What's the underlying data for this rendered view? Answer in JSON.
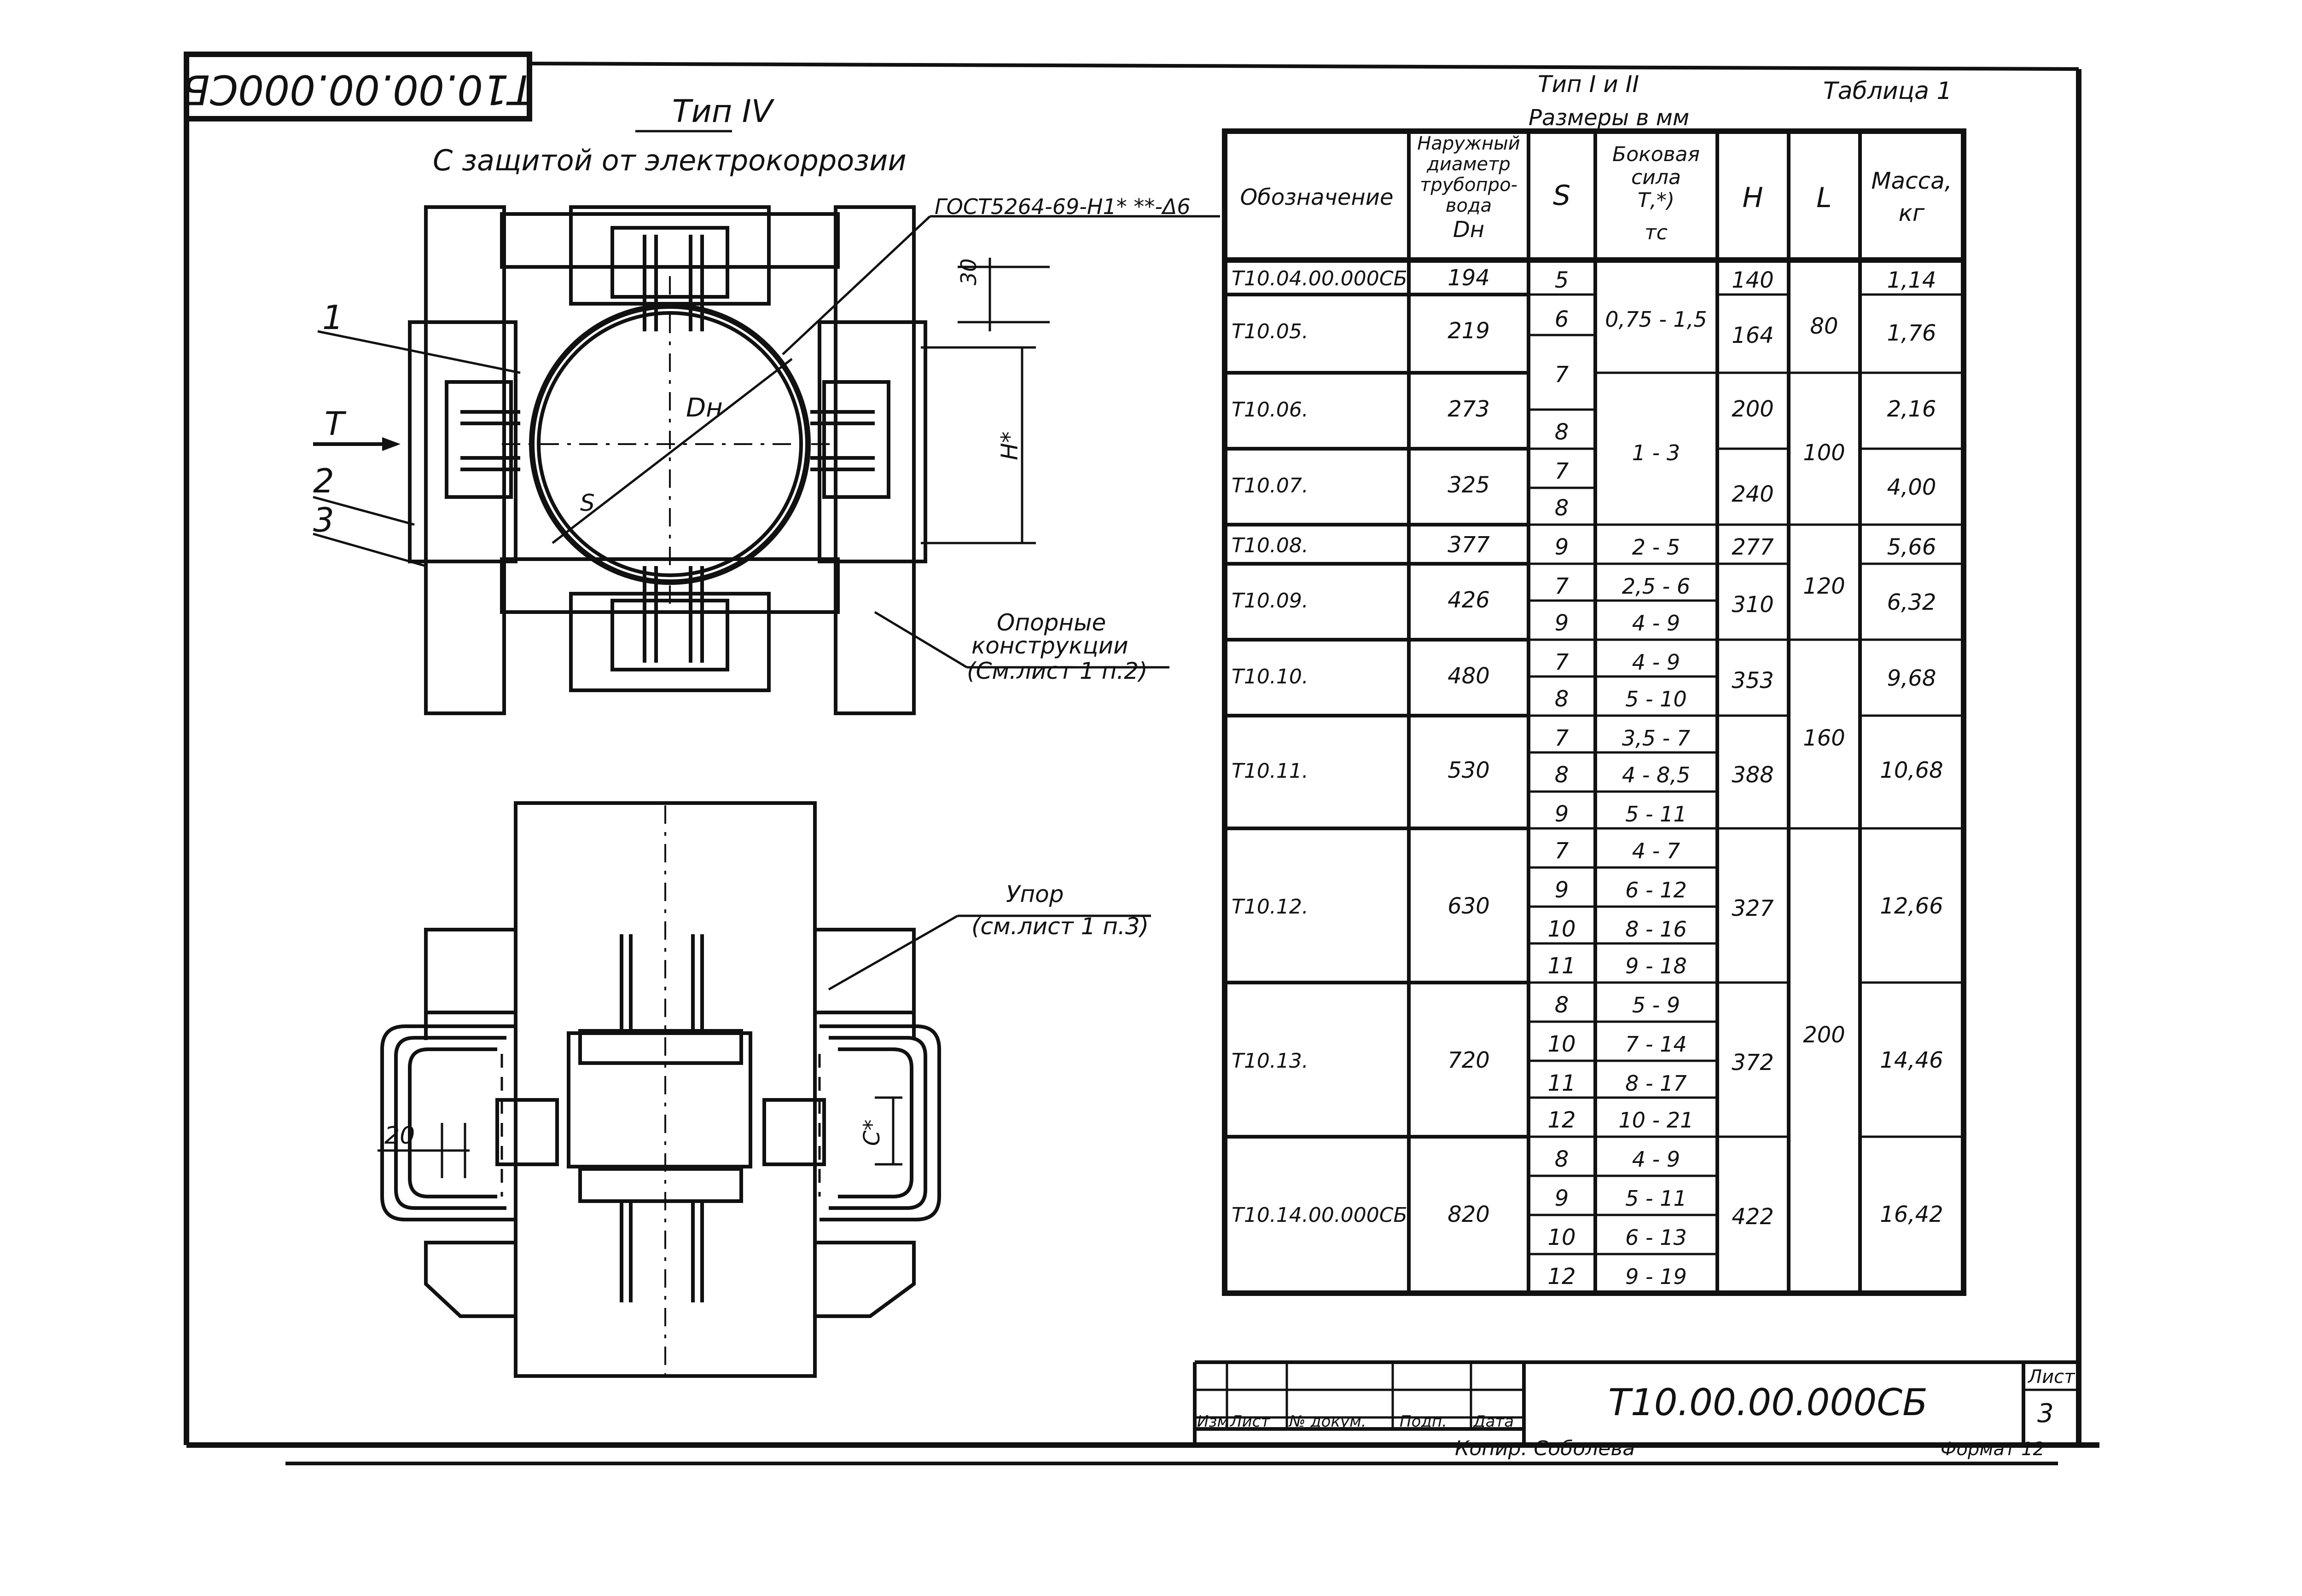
{
  "stamp_rotated": "Т10.00.00.000СБ",
  "drawing": {
    "type_iv_title": "Тип IV",
    "subtitle": "С защитой от электрокоррозии",
    "gost_label": "ГОСТ5264-69-Н1* **-Δ6",
    "dim_30": "30",
    "dim_H": "Н*",
    "dim_Dn": "Dн",
    "dim_S": "S",
    "arrow_T": "Т",
    "callout_1": "1",
    "callout_2": "2",
    "callout_3": "3",
    "support_note_1": "Опорные",
    "support_note_2": "конструкции",
    "support_note_3": "(См.лист 1 п.2)",
    "stop_note_1": "Упор",
    "stop_note_2": "(см.лист 1 п.3)",
    "dim_20": "20",
    "dim_C": "С*"
  },
  "table": {
    "type_label": "Тип I и II",
    "units_label": "Размеры в мм",
    "table_label": "Таблица 1",
    "headers": {
      "designation": "Обозначение",
      "diameter_1": "Наружный",
      "diameter_2": "диаметр",
      "diameter_3": "трубопро-",
      "diameter_4": "вода",
      "diameter_5": "Dн",
      "s": "S",
      "force_1": "Боковая",
      "force_2": "сила",
      "force_3": "Т,*)",
      "force_4": "тс",
      "h": "Н",
      "l": "L",
      "mass_1": "Масса,",
      "mass_2": "кг"
    },
    "designations": [
      "Т10.04.00.000СБ",
      "Т10.05.",
      "Т10.06.",
      "Т10.07.",
      "Т10.08.",
      "Т10.09.",
      "Т10.10.",
      "Т10.11.",
      "Т10.12.",
      "Т10.13.",
      "Т10.14.00.000СБ"
    ],
    "diameters": [
      "194",
      "219",
      "273",
      "325",
      "377",
      "426",
      "480",
      "530",
      "630",
      "720",
      "820"
    ],
    "s_values": [
      "5",
      "6",
      "7",
      "8",
      "7",
      "8",
      "9",
      "7",
      "9",
      "7",
      "8",
      "7",
      "8",
      "9",
      "7",
      "9",
      "10",
      "11",
      "8",
      "10",
      "11",
      "12",
      "8",
      "9",
      "10",
      "12"
    ],
    "forces": [
      "0,75 - 1,5",
      "1 - 3",
      "2 - 5",
      "2,5 - 6",
      "4 - 9",
      "4 - 9",
      "5 - 10",
      "3,5 - 7",
      "4 - 8,5",
      "5 - 11",
      "4 - 7",
      "6 - 12",
      "8 - 16",
      "9 - 18",
      "5 - 9",
      "7 - 14",
      "8 - 17",
      "10 - 21",
      "4 - 9",
      "5 - 11",
      "6 - 13",
      "9 - 19"
    ],
    "h_values": [
      "140",
      "164",
      "200",
      "240",
      "277",
      "310",
      "353",
      "388",
      "327",
      "372",
      "422"
    ],
    "l_values": [
      "80",
      "100",
      "120",
      "160",
      "200"
    ],
    "masses": [
      "1,14",
      "1,76",
      "2,16",
      "4,00",
      "5,66",
      "6,32",
      "9,68",
      "10,68",
      "12,66",
      "14,46",
      "16,42"
    ]
  },
  "title_block": {
    "code": "Т10.00.00.000СБ",
    "sheet_label": "Лист",
    "sheet_no": "3",
    "izm": "Изм",
    "list": "Лист",
    "doc_no": "№ докум.",
    "sign": "Подп.",
    "date": "Дата",
    "copied_by": "Копир. Соболева",
    "format": "Формат 12"
  }
}
